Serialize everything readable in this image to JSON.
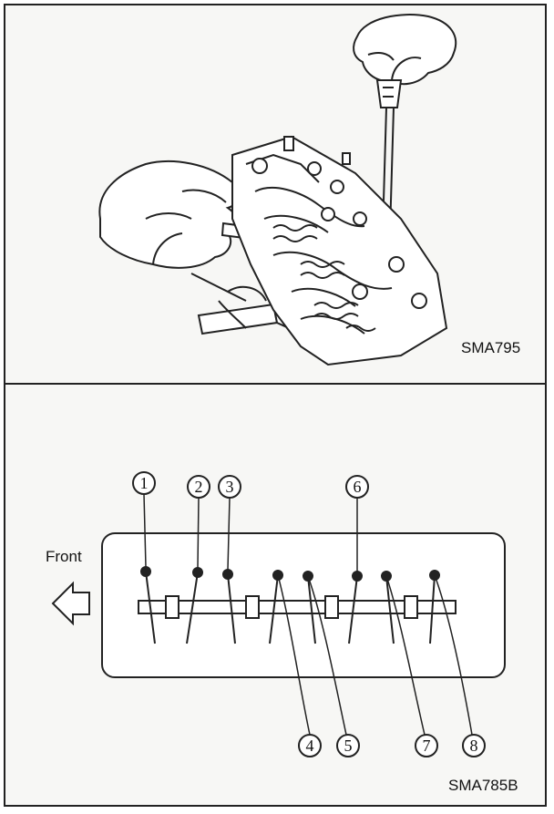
{
  "figure_top": {
    "code": "SMA795"
  },
  "figure_bottom": {
    "code": "SMA785B",
    "front_label": "Front",
    "rocker_labels_top": [
      "1",
      "2",
      "3",
      "6"
    ],
    "rocker_labels_bottom": [
      "4",
      "5",
      "7",
      "8"
    ]
  }
}
